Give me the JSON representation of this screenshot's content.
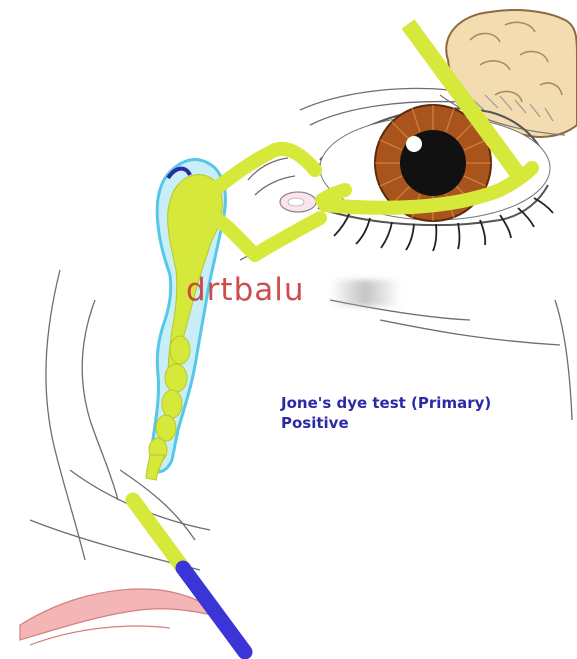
{
  "watermark": "drtbalu",
  "caption": {
    "line1": "Jone's dye test (Primary)",
    "line2": "Positive"
  },
  "colors": {
    "dye_yellow": "#d6e83a",
    "sac_outline": "#55c8e8",
    "sac_fill": "#c9eef7",
    "probe_blue": "#3b35d8",
    "iris_brown": "#8a4a1f",
    "caption_blue": "#2d2aa6",
    "watermark_red": "#c83a3a"
  }
}
